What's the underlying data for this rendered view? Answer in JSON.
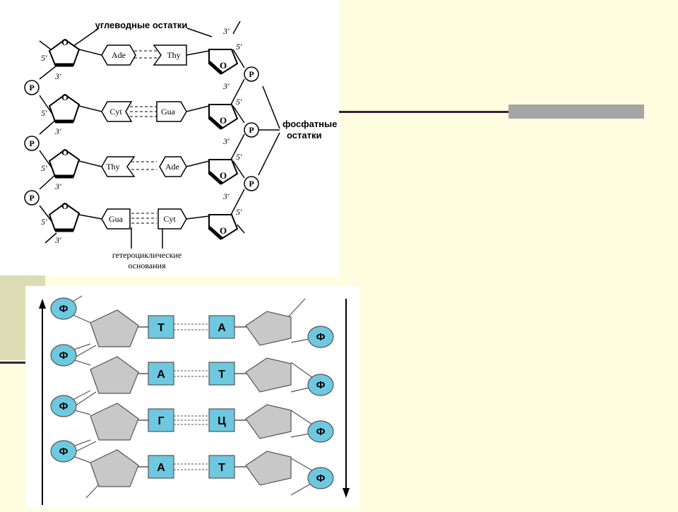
{
  "top_diagram": {
    "label_sugar": "углеводные остатки",
    "label_phosphate_line1": "фосфатные",
    "label_phosphate_line2": "остатки",
    "label_bases_line1": "гетероциклические",
    "label_bases_line2": "основания",
    "phosphate_symbol": "P",
    "ring_oxygen": "O",
    "prime_3": "3′",
    "prime_5": "5′",
    "pairs": [
      {
        "left": "Ade",
        "right": "Thy"
      },
      {
        "left": "Cyt",
        "right": "Gua"
      },
      {
        "left": "Thy",
        "right": "Ade"
      },
      {
        "left": "Gua",
        "right": "Cyt"
      }
    ]
  },
  "bottom_diagram": {
    "phosphate_symbol": "Ф",
    "pairs": [
      {
        "left": "Т",
        "right": "А"
      },
      {
        "left": "А",
        "right": "Т"
      },
      {
        "left": "Г",
        "right": "Ц"
      },
      {
        "left": "А",
        "right": "Т"
      }
    ]
  },
  "colors": {
    "background": "#fffde0",
    "phosphate_fill": "#6ec8e0",
    "base_fill": "#6ec8e0",
    "sugar_fill": "#c8c8c8",
    "accent_line": "#3a1f3a",
    "deco_gray": "#a5a5a5",
    "deco_olive": "#dcdcb4"
  }
}
